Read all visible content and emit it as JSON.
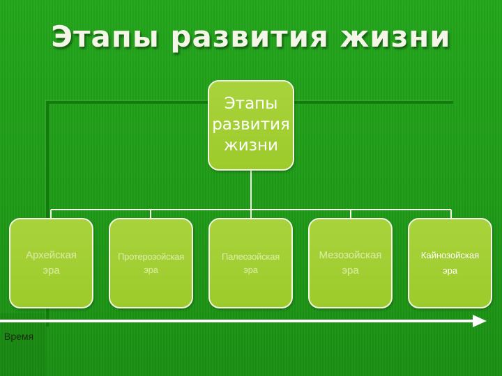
{
  "slide": {
    "title": "Этапы развития жизни"
  },
  "diagram": {
    "root": {
      "lines": [
        "Этапы",
        "развития",
        "жизни"
      ]
    },
    "eras": [
      {
        "lines": [
          "Архейская",
          "эра"
        ]
      },
      {
        "lines": [
          "Протерозойская",
          "эра"
        ]
      },
      {
        "lines": [
          "Палеозойская",
          "эра"
        ]
      },
      {
        "lines": [
          "Мезозойская",
          "эра"
        ]
      },
      {
        "lines": [
          "Кайнозойская",
          "эра"
        ]
      }
    ],
    "timeline": {
      "label": "Время"
    }
  },
  "colors": {
    "background": "#1f9a17",
    "node_fill": "#a3cf33",
    "node_border": "#f2f7e6",
    "connector": "#f2f7e6",
    "faded_text": "#d8ea9a",
    "title_text": "#f4f7e8"
  }
}
